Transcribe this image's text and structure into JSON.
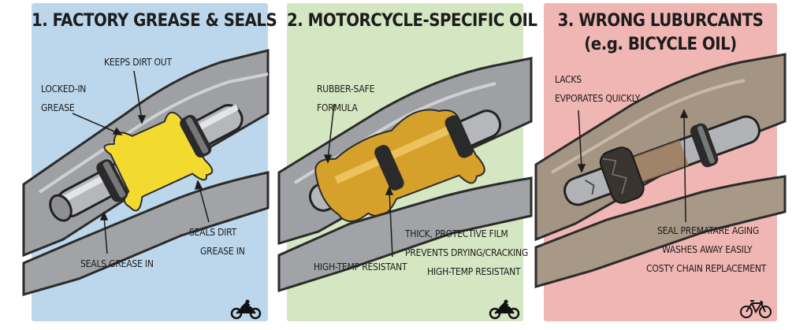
{
  "panels": [
    {
      "title": "1. FACTORY GREASE & SEALS",
      "background": "#bcd7ec",
      "labels": {
        "keeps_dirt_out": "KEEPS DIRT OUT",
        "locked_in_1": "LOCKED-IN",
        "locked_in_2": "GREASE",
        "seals_dirt_1": "SEALS DIRT",
        "seals_dirt_2": "GREASE IN",
        "seals_grease_in": "SEALS GREASE IN"
      },
      "icon": "motorcycle-icon"
    },
    {
      "title": "2. MOTORCYCLE-SPECIFIC OIL",
      "background": "#d5e6c2",
      "labels": {
        "rubber_safe_1": "RUBBER-SAFE",
        "rubber_safe_2": "FORMULA",
        "thick_film": "THICK, PROTECTIVE FILM",
        "prevents_drying": "PREVENTS DRYING/CRACKING",
        "high_temp_right": "HIGH-TEMP RESISTANT",
        "high_temp_left": "HIGH-TEMP RESISTANT"
      },
      "icon": "motorcycle-icon"
    },
    {
      "title_line1": "3. WRONG LUBURCANTS",
      "title_line2": "(e.g. BICYCLE OIL)",
      "background": "#f0b6b3",
      "labels": {
        "lacks": "LACKS",
        "evaporates": "EVPORATES QUICKLY",
        "seal_aging": "SEAL PREMATARE AGING",
        "washes_away": "WASHES AWAY EASILY",
        "costly": "COSTY CHAIN REPLACEMENT"
      },
      "icon": "bicycle-icon"
    }
  ]
}
